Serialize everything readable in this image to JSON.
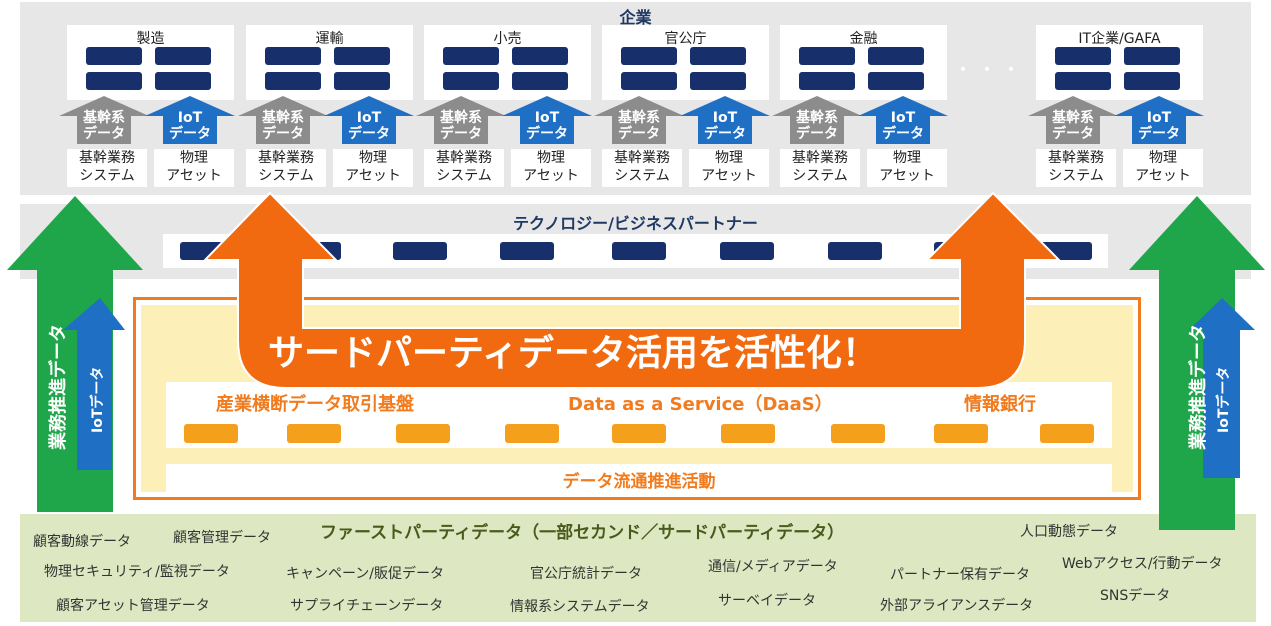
{
  "enterprise": {
    "title": "企業",
    "sectors": [
      "製造",
      "運輸",
      "小売",
      "官公庁",
      "金融",
      "IT企業/GAFA"
    ],
    "ellipsis": "・・・",
    "gray_arrow_label": [
      "基幹系",
      "データ"
    ],
    "blue_arrow_label": [
      "IoT",
      "データ"
    ],
    "source_core": [
      "基幹業務",
      "システム"
    ],
    "source_asset": [
      "物理",
      "アセット"
    ]
  },
  "tech_partner": {
    "title": "テクノロジー/ビジネスパートナー"
  },
  "banner": "サードパーティデータ活用を活性化！",
  "platform": {
    "left": "産業横断データ取引基盤",
    "center": "Data as a Service（DaaS）",
    "right": "情報銀行",
    "distribution": "データ流通推進活動"
  },
  "side_arrows": {
    "business": "業務推進データ",
    "iot": "IoTデータ"
  },
  "first_party": {
    "title": "ファーストパーティデータ（一部セカンド／サードパーティデータ）",
    "items": [
      "顧客動線データ",
      "顧客管理データ",
      "人口動態データ",
      "物理セキュリティ/監視データ",
      "キャンペーン/販促データ",
      "官公庁統計データ",
      "通信/メディアデータ",
      "パートナー保有データ",
      "Webアクセス/行動データ",
      "顧客アセット管理データ",
      "サプライチェーンデータ",
      "情報系システムデータ",
      "サーベイデータ",
      "外部アライアンスデータ",
      "SNSデータ"
    ]
  },
  "colors": {
    "navy": "#17306b",
    "orange": "#f07c1f",
    "green": "#1fa64a",
    "blue": "#1f6fc4",
    "gray_arrow": "#8c8c8c",
    "yellow": "#fdefb8",
    "green_band": "#dde8c2"
  }
}
